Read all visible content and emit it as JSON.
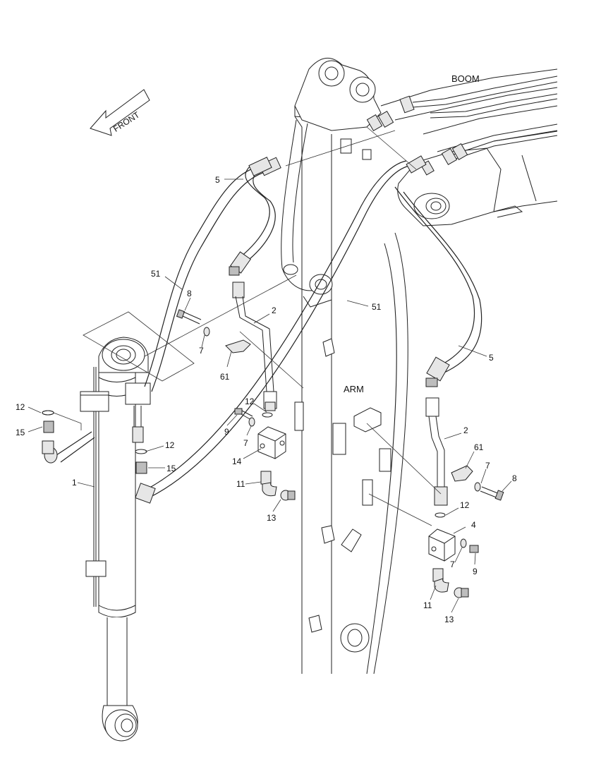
{
  "diagram": {
    "labels": {
      "front": "FRONT",
      "boom": "BOOM",
      "arm": "ARM"
    },
    "callouts": {
      "c5a": "5",
      "c51a": "51",
      "c8a": "8",
      "c7a": "7",
      "c2a": "2",
      "c51b": "51",
      "c61a": "61",
      "c5b": "5",
      "c12a": "12",
      "c15a": "15",
      "c12b": "12",
      "c9a": "9",
      "c7b": "7",
      "c14": "14",
      "c12c": "12",
      "c15b": "15",
      "c1": "1",
      "c11a": "11",
      "c13a": "13",
      "c2b": "2",
      "c61b": "61",
      "c7c": "7",
      "c8b": "8",
      "c12d": "12",
      "c4": "4",
      "c7d": "7",
      "c9b": "9",
      "c11b": "11",
      "c13b": "13"
    }
  }
}
